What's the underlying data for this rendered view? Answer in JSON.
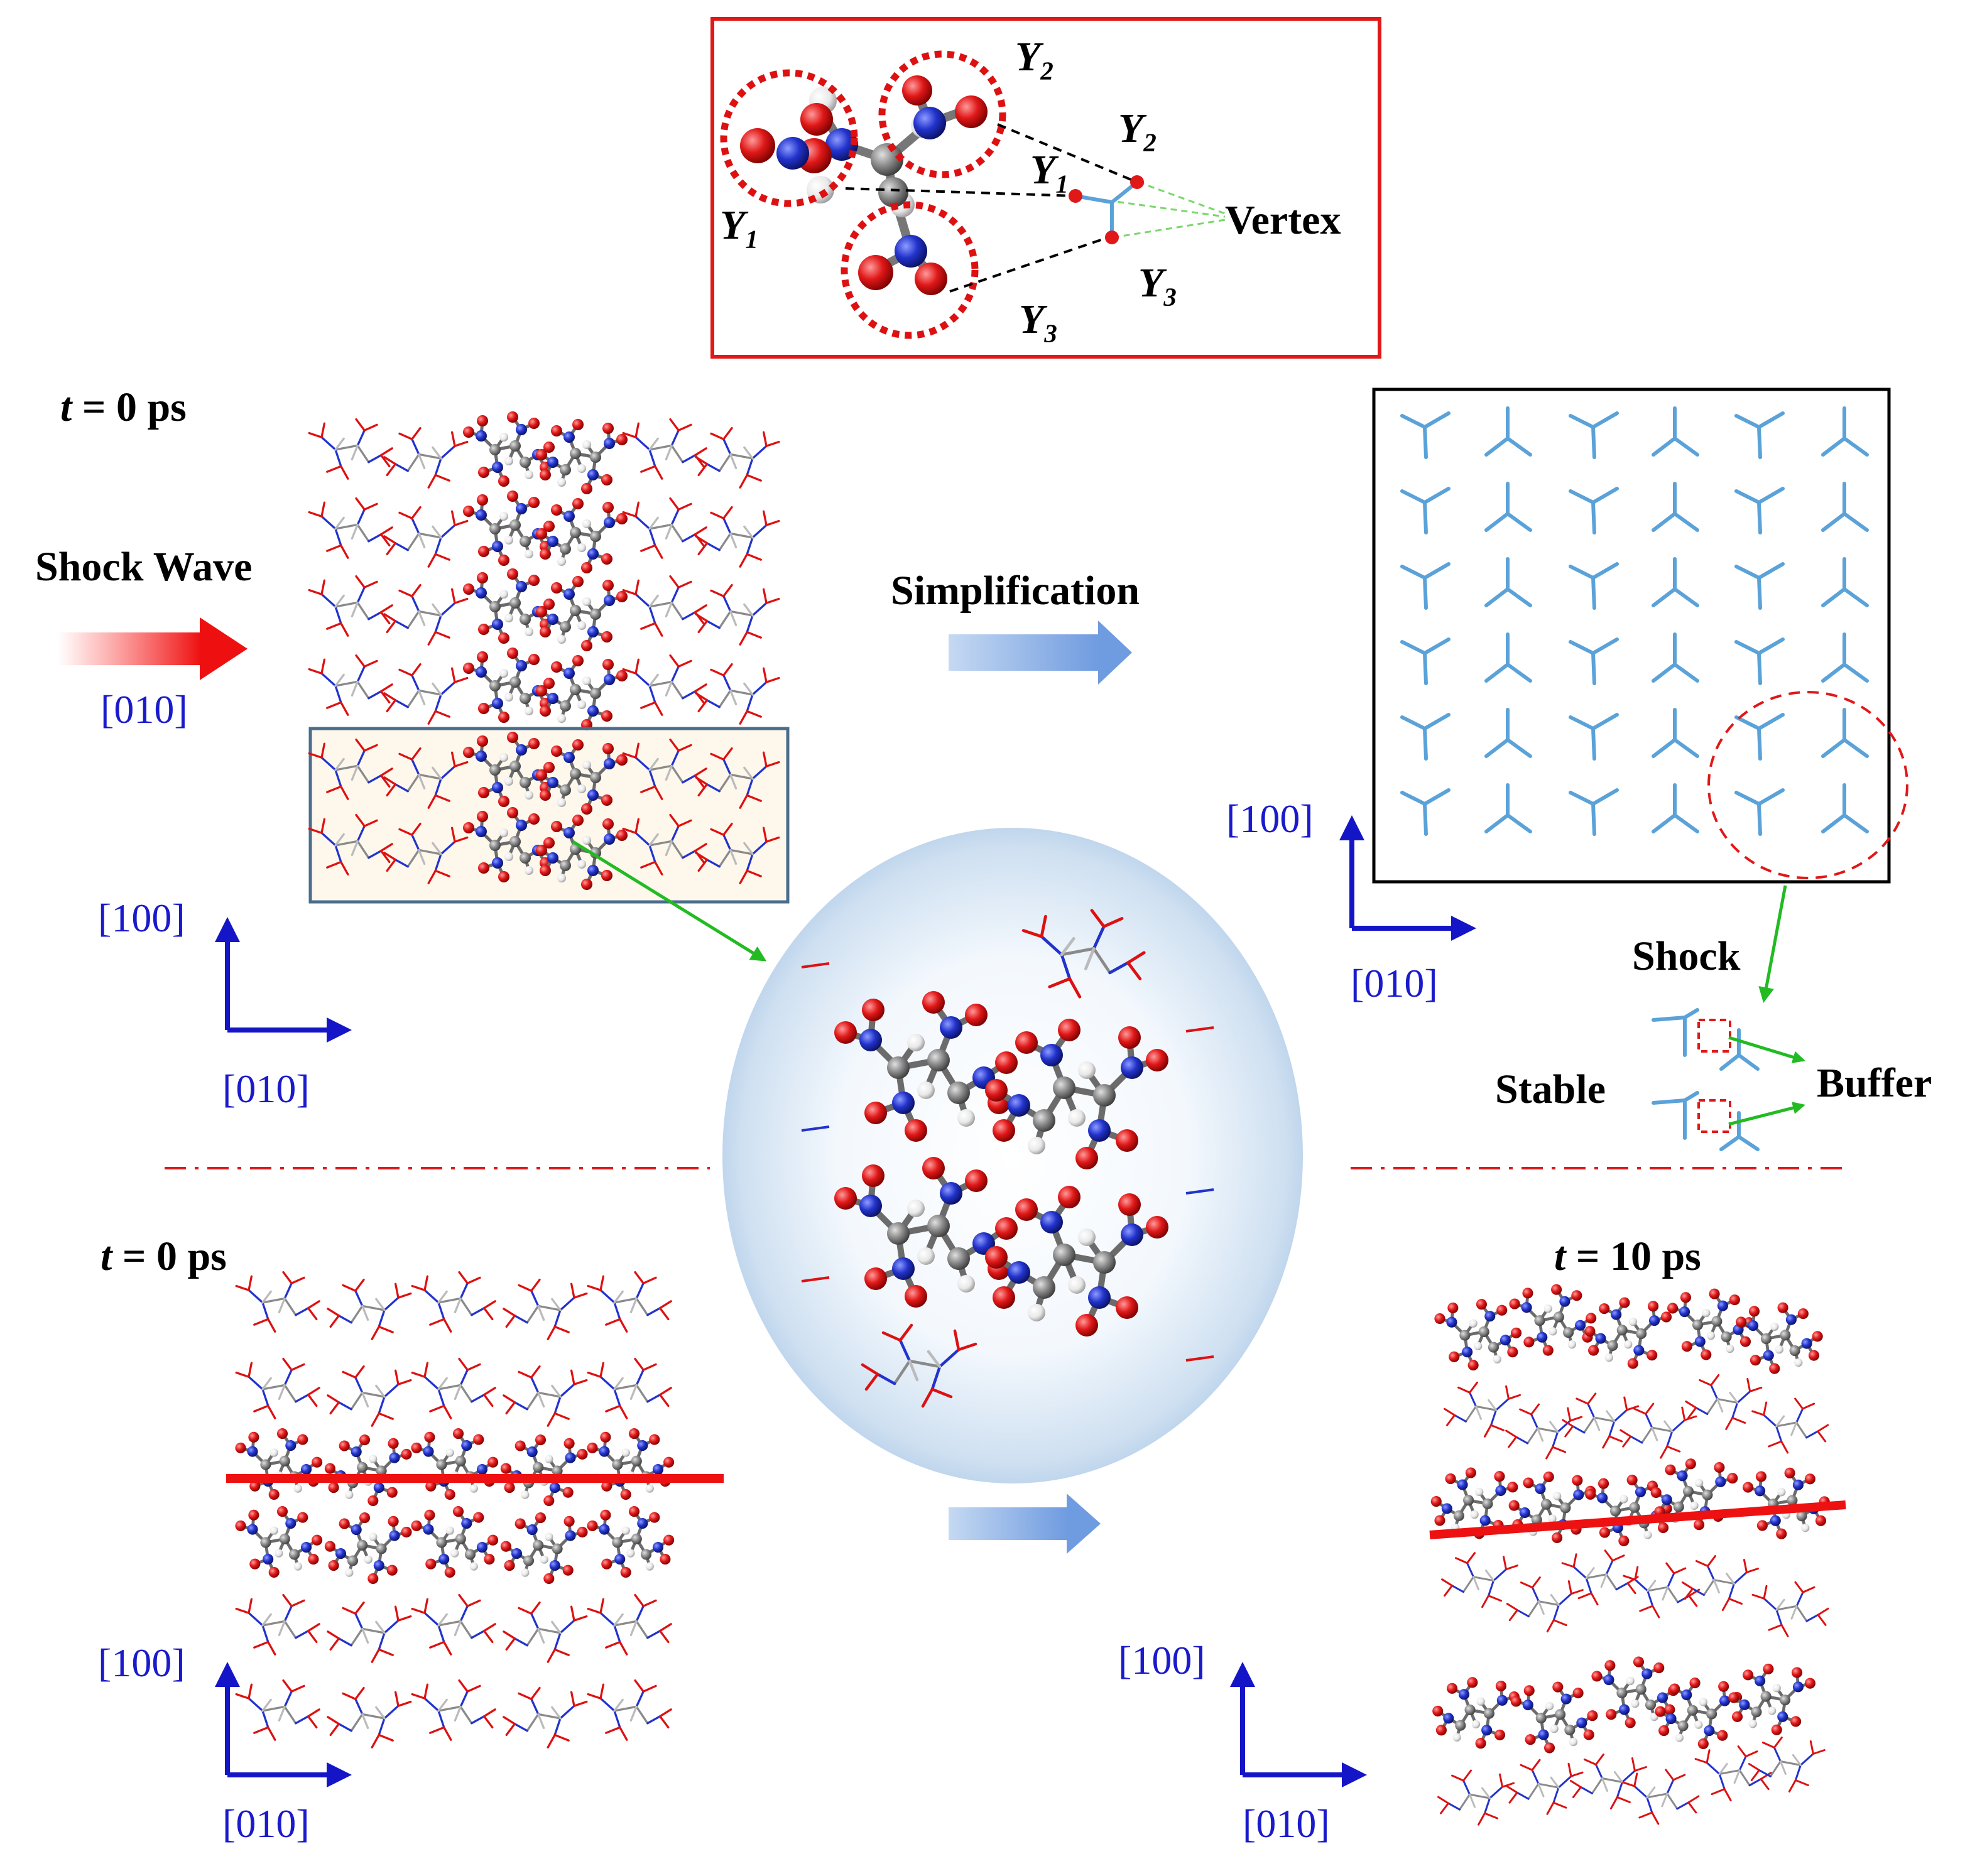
{
  "top_inset": {
    "labels": {
      "y1_left": "Y",
      "y1_left_sub": "1",
      "y2_top": "Y",
      "y2_top_sub": "2",
      "y3_bottom": "Y",
      "y3_bottom_sub": "3",
      "y2_right": "Y",
      "y2_right_sub": "2",
      "y1_right": "Y",
      "y1_right_sub": "1",
      "y3_right": "Y",
      "y3_right_sub": "3",
      "vertex": "Vertex"
    }
  },
  "panel_top_left": {
    "time_var": "t",
    "time_rest": " = 0 ps",
    "shock_wave": "Shock Wave",
    "shock_dir": "[010]",
    "axis_vertical": "[100]",
    "axis_horizontal": "[010]"
  },
  "panel_top_right": {
    "simplification": "Simplification",
    "axis_vertical": "[100]",
    "axis_horizontal": "[010]",
    "shock": "Shock",
    "stable": "Stable",
    "buffer": "Buffer"
  },
  "panel_bottom_left": {
    "time_var": "t",
    "time_rest": " = 0 ps",
    "axis_vertical": "[100]",
    "axis_horizontal": "[010]"
  },
  "panel_bottom_right": {
    "time_var": "t",
    "time_rest": " = 10 ps",
    "axis_vertical": "[100]",
    "axis_horizontal": "[010]"
  },
  "colors": {
    "inset_border": "#e01818",
    "axis_arrow": "#1515c8",
    "y_shape": "#5aa2d8",
    "slip_line": "#ee1111",
    "pointer_arrow": "#22bb22",
    "nitrogen": "#2233cc",
    "oxygen": "#dd1111",
    "carbon": "#8a8a8a",
    "hydrogen": "#f0f0f0"
  }
}
